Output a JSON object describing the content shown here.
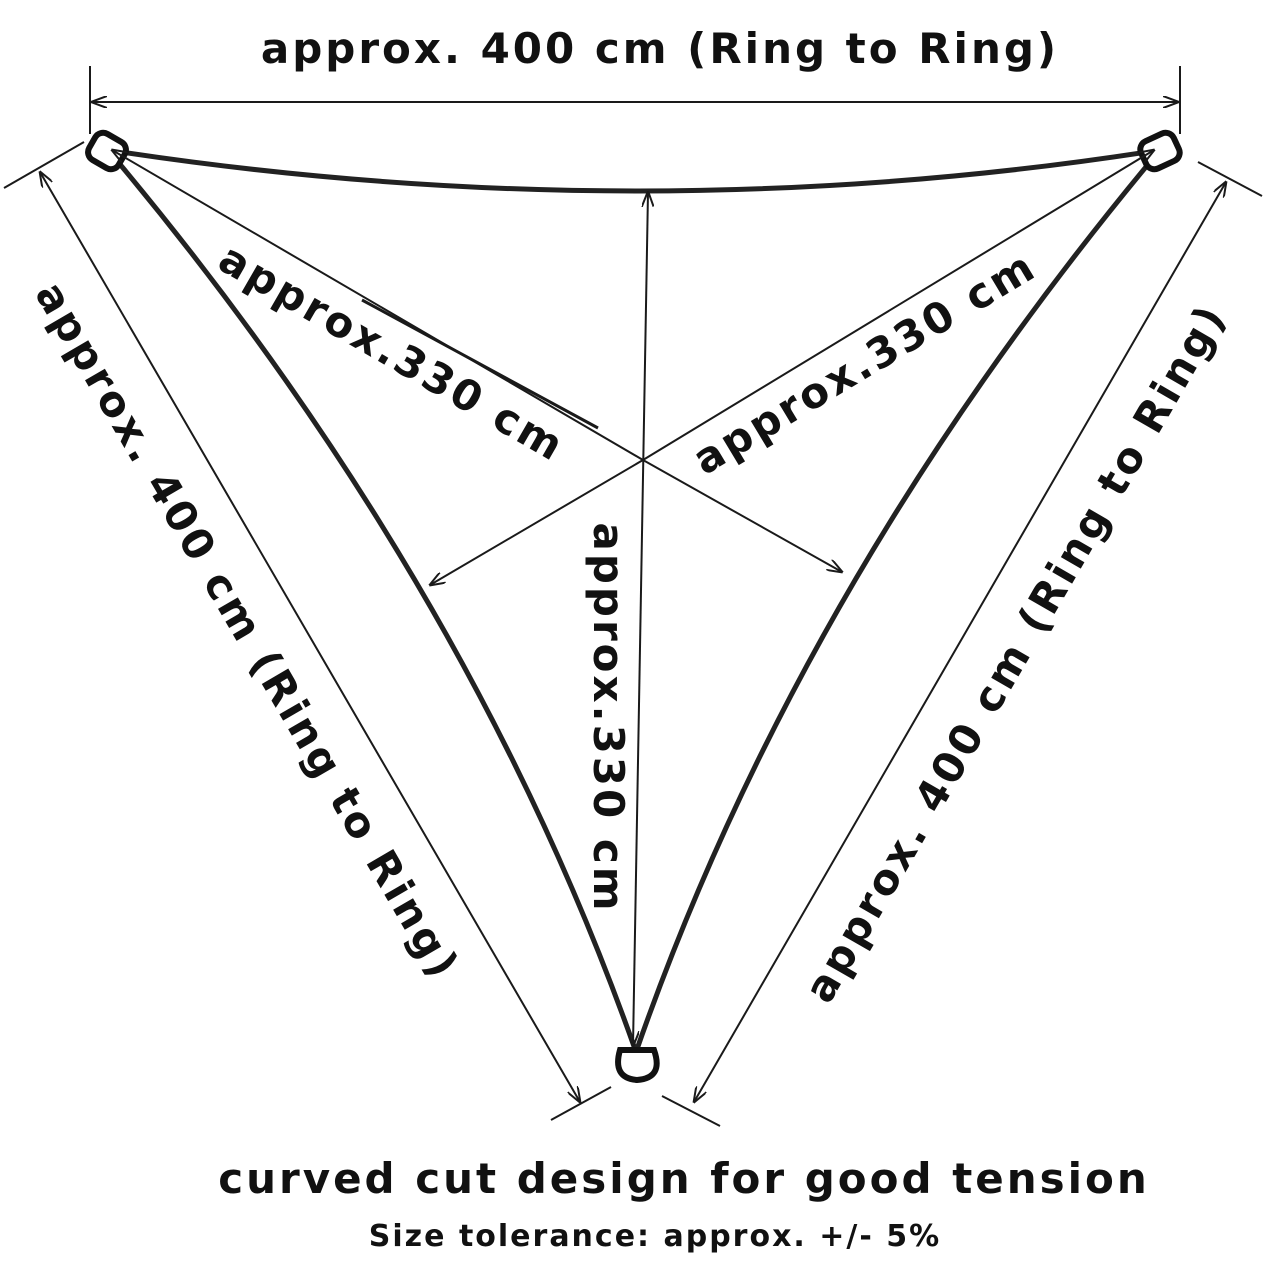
{
  "labels": {
    "top": "approx. 400 cm (Ring to Ring)",
    "left": "approx. 400 cm (Ring to Ring)",
    "right": "approx. 400 cm (Ring to Ring)",
    "inner_left": "approx.330 cm",
    "inner_right": "approx.330 cm",
    "inner_center": "approx.330 cm",
    "caption": "curved cut design for good tension",
    "tolerance": "Size tolerance: approx. +/- 5%"
  },
  "colors": {
    "ink": "#111111",
    "background": "#ffffff"
  }
}
